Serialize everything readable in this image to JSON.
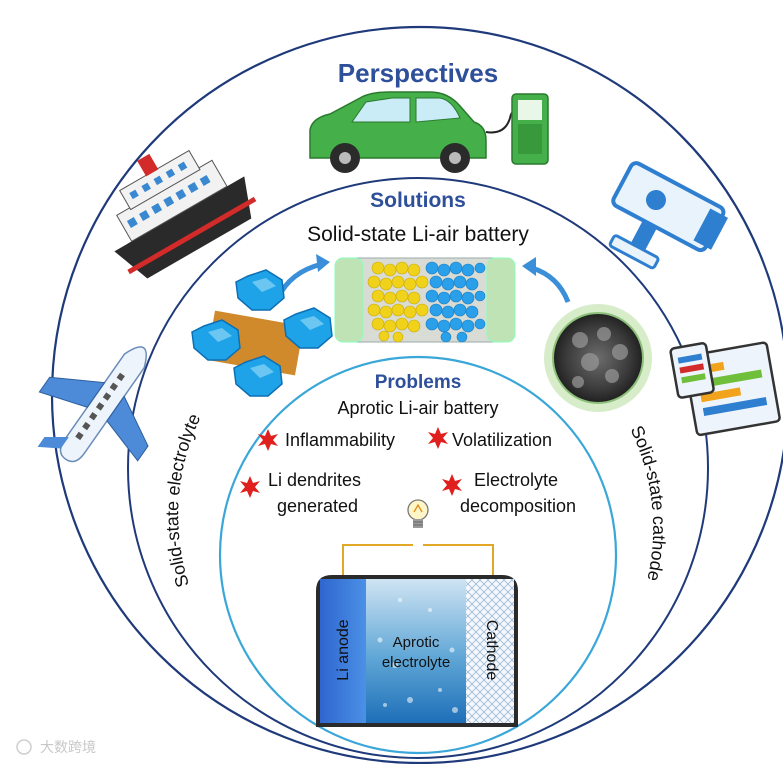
{
  "rings": {
    "perspectives": "Perspectives",
    "solutions": "Solutions",
    "solutions_subtitle": "Solid-state Li-air battery",
    "problems": "Problems",
    "problems_subtitle": "Aprotic Li-air battery",
    "left_arc": "Solid-state electrolyte",
    "right_arc": "Solid-state cathode"
  },
  "issues": [
    "Inflammability",
    "Volatilization",
    "Li dendrites",
    "generated",
    "Electrolyte",
    "decomposition"
  ],
  "cell": {
    "anode": "Li anode",
    "electrolyte_line1": "Aprotic",
    "electrolyte_line2": "electrolyte",
    "cathode": "Cathode"
  },
  "watermark": "大数跨境",
  "icons": [
    "car-charger-icon",
    "ship-icon",
    "airplane-icon",
    "cctv-camera-icon",
    "devices-icon",
    "mof-crystal-icon",
    "battery-cylinder-icon",
    "sem-cathode-icon",
    "lightbulb-icon"
  ],
  "colors": {
    "title_blue": "#2e4f9a",
    "outer_ring": "#1f3a7a",
    "inner_ring": "#3aa7d8",
    "wire": "#e0a826",
    "anode": "#3a78d8",
    "star": "#e0201e"
  }
}
